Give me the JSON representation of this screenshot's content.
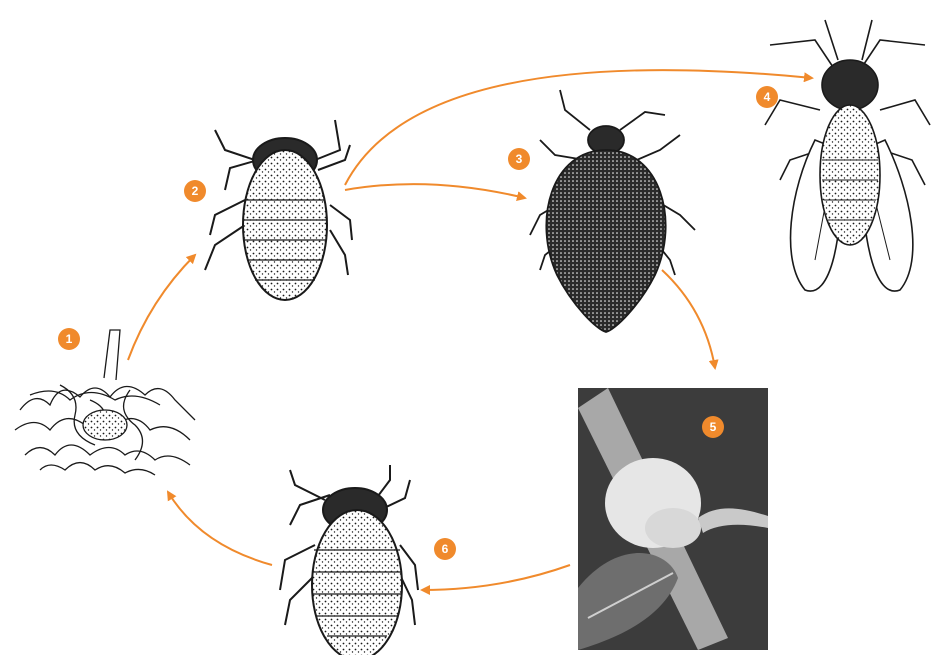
{
  "colors": {
    "accent": "#f08a2c",
    "ink": "#1a1a1a",
    "photo_bg": "#3c3c3c",
    "photo_wax": "#e6e6e6"
  },
  "stages": [
    {
      "number": "1",
      "icon": "wax-egg-mass-icon"
    },
    {
      "number": "2",
      "icon": "nymph-icon"
    },
    {
      "number": "3",
      "icon": "wingless-adult-icon"
    },
    {
      "number": "4",
      "icon": "winged-adult-icon"
    },
    {
      "number": "5",
      "icon": "woolly-colony-photo"
    },
    {
      "number": "6",
      "icon": "crawler-nymph-icon"
    }
  ]
}
